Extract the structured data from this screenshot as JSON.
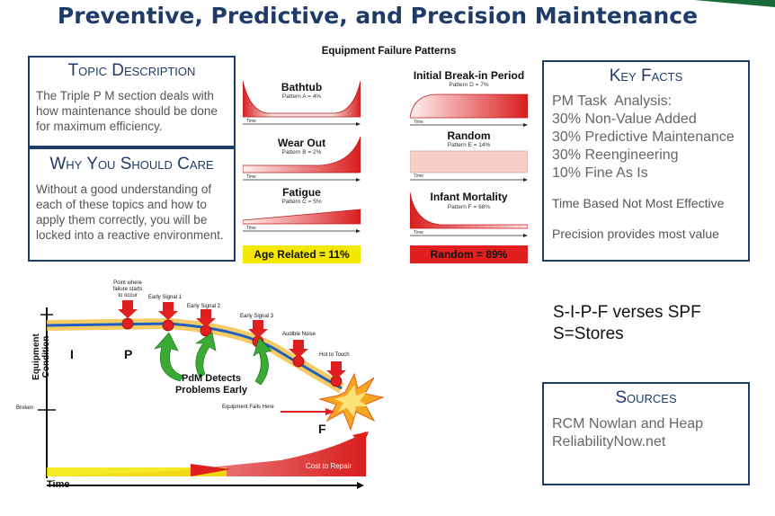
{
  "title": "Preventive, Predictive, and Precision Maintenance",
  "topic": {
    "heading": "Topic Description",
    "text": "The Triple P M section deals with how maintenance should be done for maximum efficiency."
  },
  "why": {
    "heading": "Why You Should Care",
    "text": "Without a good understanding of each of these topics and how to apply them correctly, you will be locked into a reactive environment."
  },
  "patterns": {
    "title": "Equipment Failure Patterns",
    "time_label": "Time",
    "left": [
      {
        "name": "Bathtub",
        "sub": "Pattern A = 4%"
      },
      {
        "name": "Wear Out",
        "sub": "Pattern B = 2%"
      },
      {
        "name": "Fatigue",
        "sub": "Pattern C = 5%"
      }
    ],
    "right": [
      {
        "name": "Initial Break-in Period",
        "sub": "Pattern D = 7%"
      },
      {
        "name": "Random",
        "sub": "Pattern E = 14%"
      },
      {
        "name": "Infant Mortality",
        "sub": "Pattern F = 68%"
      }
    ],
    "age_related": "Age Related = 11%",
    "random_total": "Random = 89%"
  },
  "key_facts": {
    "heading": "Key Facts",
    "lines": [
      "PM Task  Analysis:",
      "30% Non-Value Added",
      "30% Predictive Maintenance",
      "30% Reengineering",
      "10% Fine As Is"
    ],
    "note1": "Time Based Not Most Effective",
    "note2": "Precision provides most value"
  },
  "pf": {
    "y_axis": "Equipment Condition",
    "x_axis": "Time",
    "broken": "Broken",
    "point_i": "I",
    "point_p": "P",
    "point_f": "F",
    "failure_starts": [
      "Point where",
      "failure starts",
      "to occur"
    ],
    "signals": [
      "Early Signal 1",
      "Early Signal 2",
      "Early Signal 3",
      "Audible Noise",
      "Hot to Touch"
    ],
    "pdm": [
      "PdM Detects",
      "Problems Early"
    ],
    "fails": "Equipment Fails Here",
    "cost": "Cost to Repair"
  },
  "sipf": {
    "line1": "S-I-P-F verses SPF",
    "line2": "S=Stores"
  },
  "sources": {
    "heading": "Sources",
    "items": [
      "RCM Nowlan and Heap",
      "ReliabilityNow.net"
    ]
  },
  "colors": {
    "navy": "#1f3c68",
    "red": "#e02020",
    "yellow": "#f5e800",
    "orange": "#f5a623",
    "blue": "#1f5fbf",
    "green": "#3aaa35"
  }
}
